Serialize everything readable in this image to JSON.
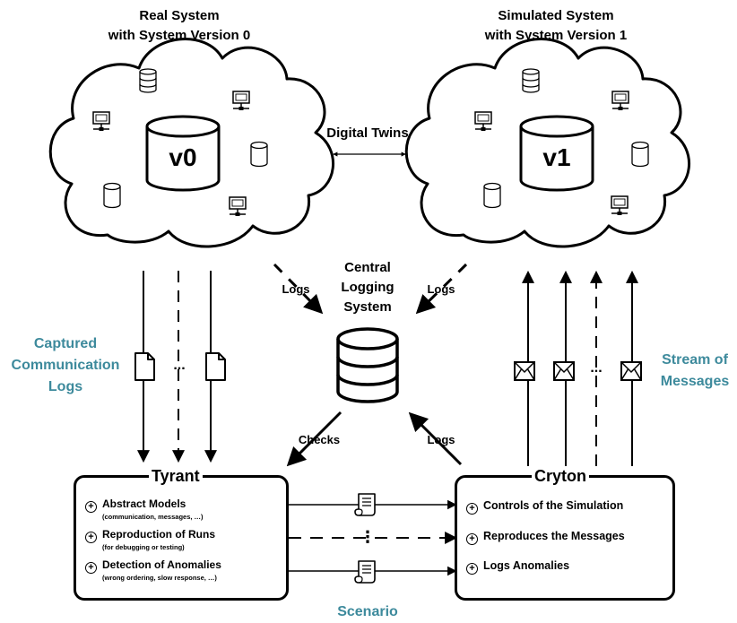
{
  "real_cloud": {
    "title_line1": "Real System",
    "title_line2": "with System Version 0",
    "db_label": "v0"
  },
  "sim_cloud": {
    "title_line1": "Simulated System",
    "title_line2": "with System Version 1",
    "db_label": "v1"
  },
  "digital_twins": "Digital Twins",
  "central_logging": {
    "line1": "Central",
    "line2": "Logging",
    "line3": "System"
  },
  "arrow_labels": {
    "logs_left": "Logs",
    "logs_right": "Logs",
    "checks": "Checks",
    "logs_bottom": "Logs"
  },
  "captured": {
    "line1": "Captured",
    "line2": "Communication",
    "line3": "Logs"
  },
  "stream": {
    "line1": "Stream of",
    "line2": "Messages"
  },
  "ellipsis": "...",
  "vertical_ellipsis": "⋮",
  "tyrant": {
    "title": "Tyrant",
    "items": [
      {
        "label": "Abstract Models",
        "sub": "(communication, messages, …)"
      },
      {
        "label": "Reproduction of Runs",
        "sub": "(for debugging or testing)"
      },
      {
        "label": "Detection of Anomalies",
        "sub": "(wrong ordering, slow response, …)"
      }
    ]
  },
  "cryton": {
    "title": "Cryton",
    "items": [
      {
        "label": "Controls of the Simulation"
      },
      {
        "label": "Reproduces the Messages"
      },
      {
        "label": "Logs Anomalies"
      }
    ]
  },
  "scenario": "Scenario",
  "icons": [
    "cloud-icon",
    "database-icon",
    "computer-icon",
    "document-icon",
    "envelope-icon",
    "scroll-icon",
    "plus-circle-icon",
    "arrow-icon"
  ],
  "colors": {
    "accent_text": "#3d8a9c",
    "stroke": "#000000",
    "background": "#ffffff"
  }
}
